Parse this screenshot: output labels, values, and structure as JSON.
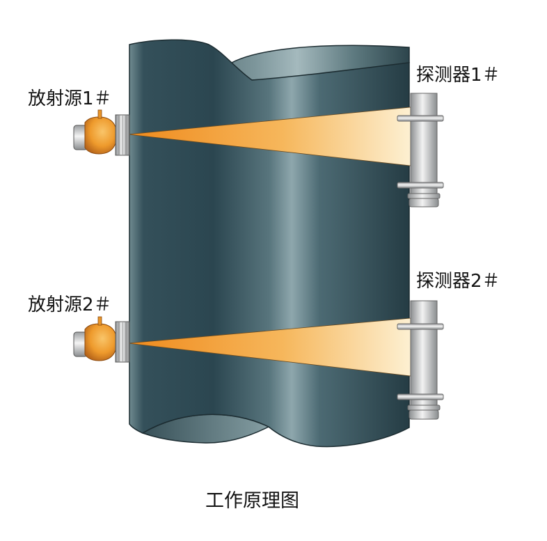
{
  "labels": {
    "source_1": "放射源1＃",
    "detector_1": "探测器1＃",
    "source_2": "放射源2＃",
    "detector_2": "探测器2＃"
  },
  "caption": "工作原理图",
  "colors": {
    "pipe_teal": "#2b4650",
    "beam_orange": "#ef8a1c",
    "beam_pale": "#fdf0d2",
    "source_orange": "#ee9a2c"
  }
}
